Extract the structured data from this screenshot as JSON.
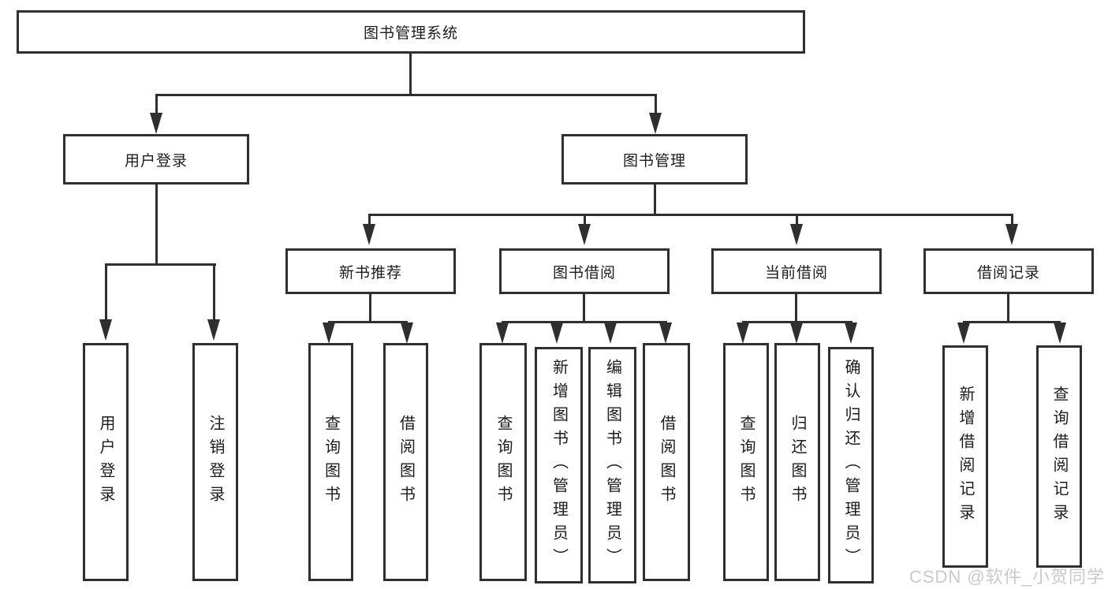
{
  "title": {
    "label": "图书管理系统"
  },
  "user_login": {
    "label": "用户登录",
    "children": [
      {
        "label": "用户登录"
      },
      {
        "label": "注销登录"
      }
    ]
  },
  "book_management": {
    "label": "图书管理",
    "sections": [
      {
        "label": "新书推荐",
        "children": [
          {
            "label": "查询图书"
          },
          {
            "label": "借阅图书"
          }
        ]
      },
      {
        "label": "图书借阅",
        "children": [
          {
            "label": "查询图书"
          },
          {
            "label": "新增图书（管理员）"
          },
          {
            "label": "编辑图书（管理员）"
          },
          {
            "label": "借阅图书"
          }
        ]
      },
      {
        "label": "当前借阅",
        "children": [
          {
            "label": "查询图书"
          },
          {
            "label": "归还图书"
          },
          {
            "label": "确认归还（管理员）"
          }
        ]
      },
      {
        "label": "借阅记录",
        "children": [
          {
            "label": "新增借阅记录"
          },
          {
            "label": "查询借阅记录"
          }
        ]
      }
    ]
  },
  "watermark": {
    "text": "CSDN @软件_小贺同学"
  },
  "colors": {
    "line": "#2f2f2f",
    "text": "#1c1c1c",
    "watermark": "#c5c5c5",
    "background": "#ffffff"
  }
}
